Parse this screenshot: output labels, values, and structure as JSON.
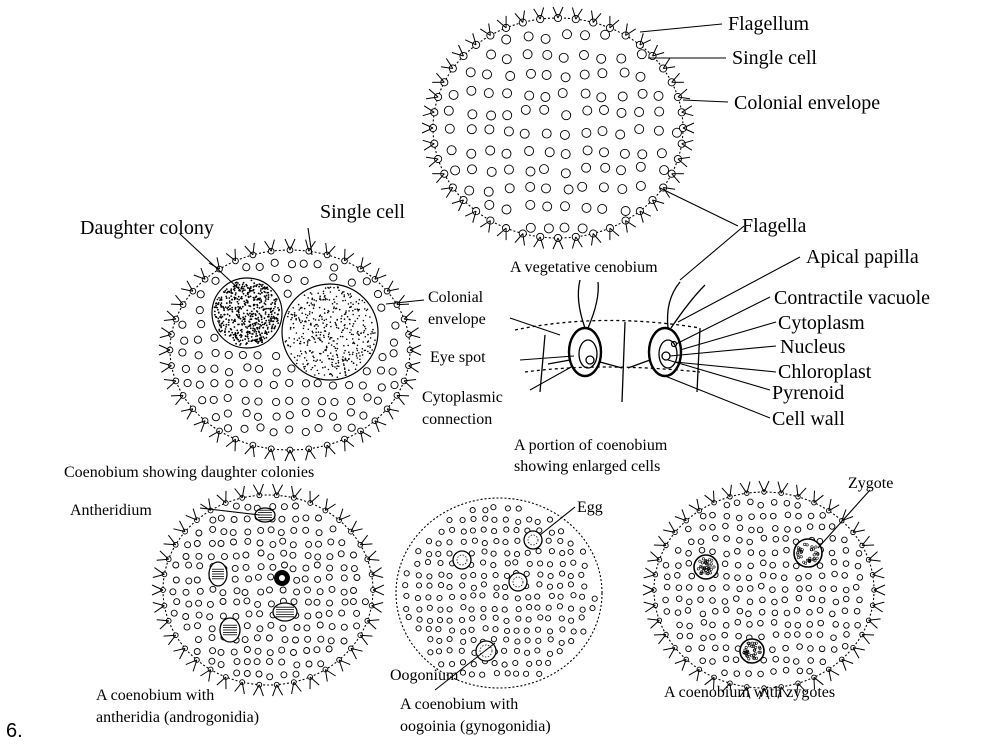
{
  "figure_number": "6.",
  "diagrams": {
    "vegetative": {
      "caption": "A vegetative cenobium",
      "labels": {
        "flagellum": "Flagellum",
        "single_cell": "Single cell",
        "colonial_envelope": "Colonial envelope",
        "flagella": "Flagella"
      }
    },
    "daughter": {
      "caption": "Coenobium showing daughter colonies",
      "labels": {
        "single_cell": "Single cell",
        "daughter_colony": "Daughter colony",
        "colonial_envelope_1": "Colonial",
        "colonial_envelope_2": "envelope"
      }
    },
    "portion": {
      "caption_1": "A portion of coenobium",
      "caption_2": "showing enlarged cells",
      "labels": {
        "apical_papilla": "Apical papilla",
        "contractile_vacuole": "Contractile vacuole",
        "cytoplasm": "Cytoplasm",
        "nucleus": "Nucleus",
        "chloroplast": "Chloroplast",
        "pyrenoid": "Pyrenoid",
        "cell_wall": "Cell wall",
        "eye_spot": "Eye spot",
        "cytoplasmic_connection_1": "Cytoplasmic",
        "cytoplasmic_connection_2": "connection"
      }
    },
    "antheridia": {
      "caption_1": "A coenobium with",
      "caption_2": "antheridia (androgonidia)",
      "labels": {
        "antheridium": "Antheridium"
      }
    },
    "oogonia": {
      "caption_1": "A coenobium with",
      "caption_2": "oogoinia (gynogonidia)",
      "labels": {
        "egg": "Egg",
        "oogonium": "Oogonium"
      }
    },
    "zygotes": {
      "caption": "A coenobium with zygotes",
      "labels": {
        "zygote": "Zygote"
      }
    }
  }
}
